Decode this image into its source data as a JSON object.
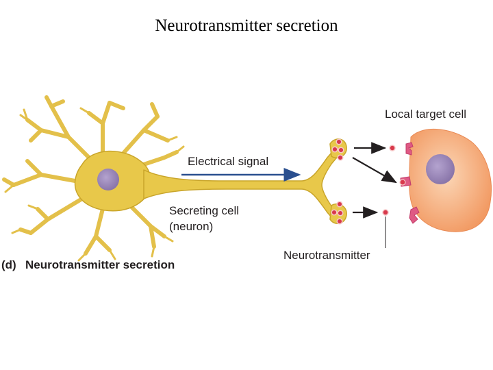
{
  "slide": {
    "title": "Neurotransmitter secretion"
  },
  "figure": {
    "labels": {
      "local_target_cell": "Local target cell",
      "electrical_signal": "Electrical signal",
      "secreting_cell_line1": "Secreting cell",
      "secreting_cell_line2": "(neuron)",
      "neurotransmitter": "Neurotransmitter"
    },
    "caption": {
      "letter": "(d)",
      "text": "Neurotransmitter secretion"
    },
    "colors": {
      "neuron_fill": "#e8c84a",
      "neuron_stroke": "#c9a52a",
      "nucleus": "#9a86b8",
      "vesicle": "#d8394c",
      "target_cell": "#f3a474",
      "receptor": "#df5a84",
      "signal_arrow": "#2a4f8f"
    }
  }
}
